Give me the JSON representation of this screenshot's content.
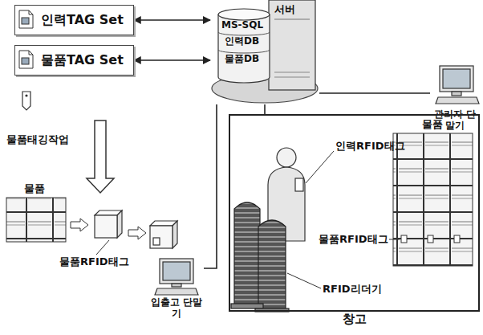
{
  "diagram": {
    "nodes": [
      {
        "text": [
          "인력TAG Set"
        ]
      },
      {
        "text": [
          "물품TAG Set"
        ]
      },
      {
        "text": [
          "서버",
          "MS-SQL",
          "인력DB",
          "물품DB"
        ]
      },
      {
        "text": [
          "관리자 단말기"
        ]
      },
      {
        "text": [
          "입출고 단말기"
        ]
      },
      {
        "text": [
          "창고"
        ]
      }
    ],
    "edges": [
      {
        "from": 0,
        "to": 2,
        "arrow": "both"
      },
      {
        "from": 1,
        "to": 2,
        "arrow": "both"
      },
      {
        "from": 2,
        "to": 3,
        "arrow": "none"
      },
      {
        "from": 2,
        "to": 4,
        "arrow": "none"
      },
      {
        "from": 2,
        "to": 5,
        "arrow": "none"
      }
    ],
    "labels": [
      "물품태깅작업",
      "물품",
      "물품RFID태그",
      "인력RFID태그",
      "물품",
      "물품RFID태그",
      "RFID리더기"
    ]
  }
}
